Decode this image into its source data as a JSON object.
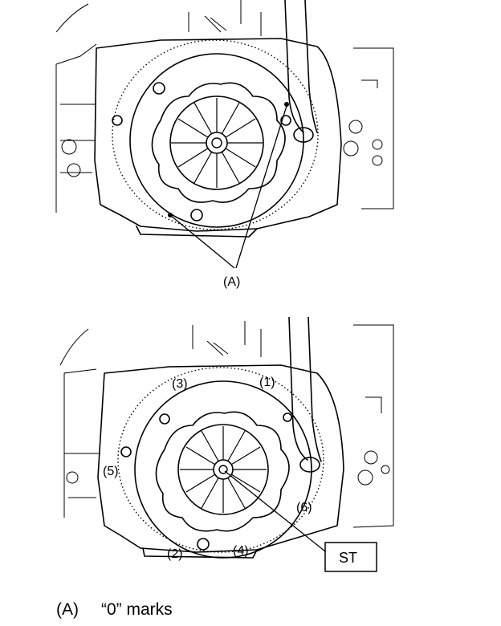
{
  "top_figure": {
    "callout": "(A)"
  },
  "bottom_figure": {
    "bolt_labels": {
      "b1": "1",
      "b2": "2",
      "b3": "3",
      "b4": "4",
      "b5": "5",
      "b6": "6"
    },
    "tool_label": "ST"
  },
  "legend": {
    "key": "(A)",
    "text": "“0” marks"
  }
}
